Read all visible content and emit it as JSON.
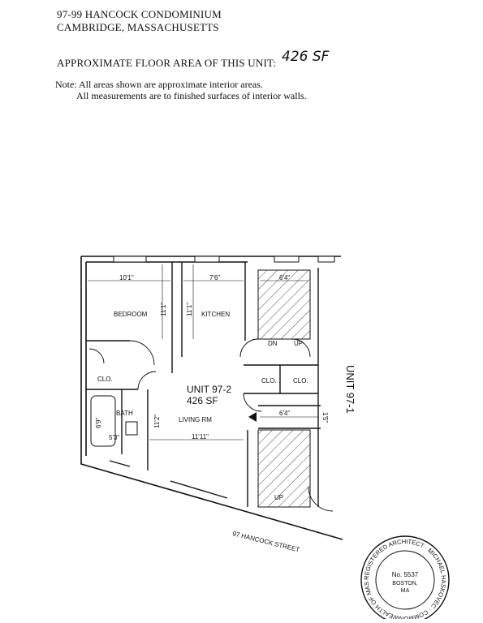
{
  "header": {
    "building": "97-99 HANCOCK CONDOMINIUM",
    "city": "CAMBRIDGE, MASSACHUSETTS",
    "area_label": "APPROXIMATE FLOOR AREA OF THIS UNIT:",
    "area_handwritten": "426 SF"
  },
  "note": {
    "line1": "Note: All areas shown are approximate interior areas.",
    "line2": "All measurements are to finished surfaces of interior walls."
  },
  "plan": {
    "bedroom_width": "10'1\"",
    "kitchen_width": "7'6\"",
    "stair_top_width": "6'4\"",
    "bedroom_label": "BEDROOM",
    "bedroom_depth": "11'1\"",
    "kitchen_depth": "11'1\"",
    "kitchen_label": "KITCHEN",
    "stair_dn": "DN",
    "stair_up": "UP",
    "closet_left": "CLO.",
    "closet_mid_1": "CLO.",
    "closet_mid_2": "CLO.",
    "unit_name": "UNIT 97-2",
    "unit_area": "426 SF",
    "living_label": "LIVING RM",
    "living_depth": "11'2\"",
    "living_width": "11'11\"",
    "bath_label": "BATH",
    "bath_length": "6'9\"",
    "bath_width": "5'3\"",
    "lower_stair_width": "6'4\"",
    "lower_stair_dim": "1'5\"",
    "lower_stair_up": "UP",
    "neighbor_unit": "UNIT 97-1",
    "street": "97 HANCOCK STREET"
  },
  "seal": {
    "outer_text": "REGISTERED ARCHITECT · MICHAEL HASKOVEC · COMMONWEALTH OF MASSACHUSETTS",
    "number": "No. 5537",
    "city": "BOSTON,",
    "state": "MA"
  }
}
